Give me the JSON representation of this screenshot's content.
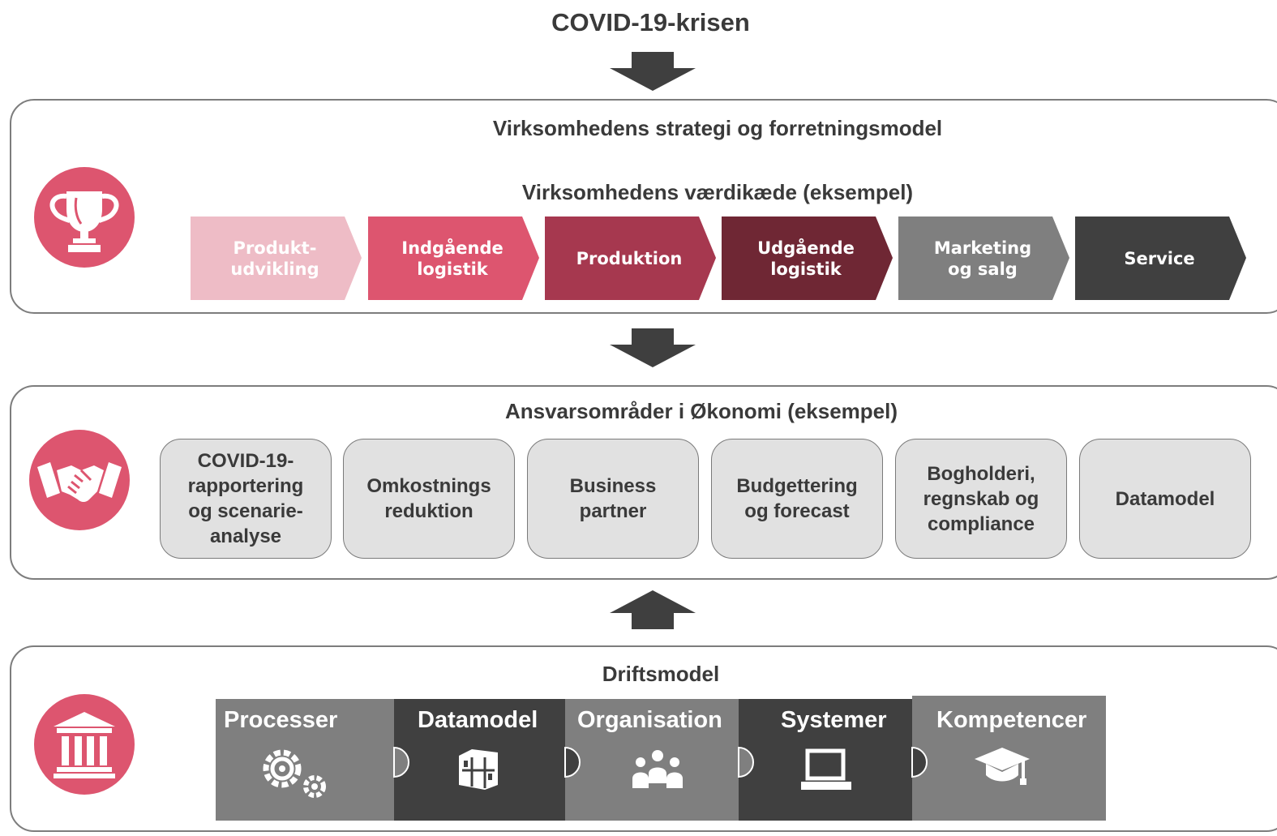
{
  "title": "COVID-19-krisen",
  "strategy_panel": {
    "heading": "Virksomhedens strategi og forretningsmodel",
    "value_chain_heading": "Virksomhedens værdikæde (eksempel)",
    "icon": "trophy-icon",
    "value_chain": [
      {
        "label": "Produkt-\nudvikling",
        "color": "#eebcc6"
      },
      {
        "label": "Indgående\nlogistik",
        "color": "#dd556f"
      },
      {
        "label": "Produktion",
        "color": "#a6384f"
      },
      {
        "label": "Udgående\nlogistik",
        "color": "#6f2734"
      },
      {
        "label": "Marketing\nog salg",
        "color": "#7f7f7f"
      },
      {
        "label": "Service",
        "color": "#404040"
      }
    ]
  },
  "finance_panel": {
    "heading": "Ansvarsområder i Økonomi (eksempel)",
    "icon": "handshake-icon",
    "areas": [
      "COVID-19-\nrapportering\nog scenarie-\nanalyse",
      "Omkostnings\nreduktion",
      "Business\npartner",
      "Budgettering\nog forecast",
      "Bogholderi,\nregnskab og\ncompliance",
      "Datamodel"
    ]
  },
  "operating_panel": {
    "heading": "Driftsmodel",
    "icon": "institution-icon",
    "pieces": [
      {
        "label": "Processer",
        "icon": "gears-icon",
        "color": "#7f7f7f"
      },
      {
        "label": "Datamodel",
        "icon": "data-cube-icon",
        "color": "#404040"
      },
      {
        "label": "Organisation",
        "icon": "people-icon",
        "color": "#7f7f7f"
      },
      {
        "label": "Systemer",
        "icon": "laptop-icon",
        "color": "#404040"
      },
      {
        "label": "Kompetencer",
        "icon": "graduation-cap-icon",
        "color": "#7f7f7f"
      }
    ]
  },
  "colors": {
    "accent": "#dd556f",
    "arrow": "#3f3f3f",
    "panel_border": "#7d7d7d",
    "box_fill": "#e1e1e1"
  }
}
